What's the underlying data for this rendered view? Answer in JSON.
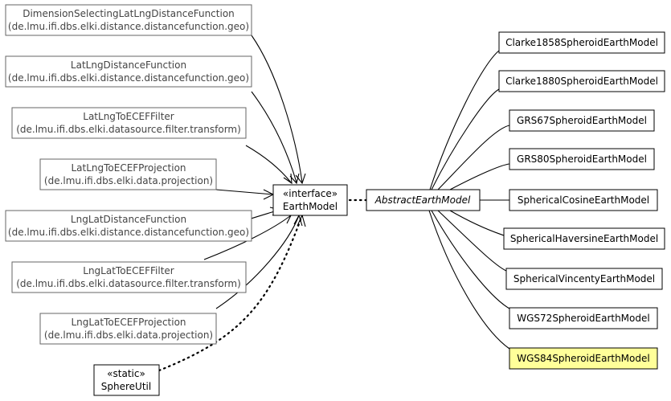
{
  "colors": {
    "highlight_fill": "#ffff99",
    "external_border": "#666666",
    "external_text": "#444444",
    "border": "#000000",
    "background": "#ffffff"
  },
  "nodes": {
    "dimselect": {
      "title": "DimensionSelectingLatLngDistanceFunction",
      "package": "(de.lmu.ifi.dbs.elki.distance.distancefunction.geo)"
    },
    "latlngdist": {
      "title": "LatLngDistanceFunction",
      "package": "(de.lmu.ifi.dbs.elki.distance.distancefunction.geo)"
    },
    "latlngfilter": {
      "title": "LatLngToECEFFilter",
      "package": "(de.lmu.ifi.dbs.elki.datasource.filter.transform)"
    },
    "latlngproj": {
      "title": "LatLngToECEFProjection",
      "package": "(de.lmu.ifi.dbs.elki.data.projection)"
    },
    "lnglatdist": {
      "title": "LngLatDistanceFunction",
      "package": "(de.lmu.ifi.dbs.elki.distance.distancefunction.geo)"
    },
    "lnglatfilter": {
      "title": "LngLatToECEFFilter",
      "package": "(de.lmu.ifi.dbs.elki.datasource.filter.transform)"
    },
    "lnglatproj": {
      "title": "LngLatToECEFProjection",
      "package": "(de.lmu.ifi.dbs.elki.data.projection)"
    },
    "sphereutil": {
      "stereotype": "«static»",
      "title": "SphereUtil"
    },
    "earthmodel": {
      "stereotype": "«interface»",
      "title": "EarthModel"
    },
    "abstract": {
      "title": "AbstractEarthModel"
    },
    "clarke1858": {
      "title": "Clarke1858SpheroidEarthModel"
    },
    "clarke1880": {
      "title": "Clarke1880SpheroidEarthModel"
    },
    "grs67": {
      "title": "GRS67SpheroidEarthModel"
    },
    "grs80": {
      "title": "GRS80SpheroidEarthModel"
    },
    "sphcos": {
      "title": "SphericalCosineEarthModel"
    },
    "sphhav": {
      "title": "SphericalHaversineEarthModel"
    },
    "sphvin": {
      "title": "SphericalVincentyEarthModel"
    },
    "wgs72": {
      "title": "WGS72SpheroidEarthModel"
    },
    "wgs84": {
      "title": "WGS84SpheroidEarthModel"
    }
  }
}
